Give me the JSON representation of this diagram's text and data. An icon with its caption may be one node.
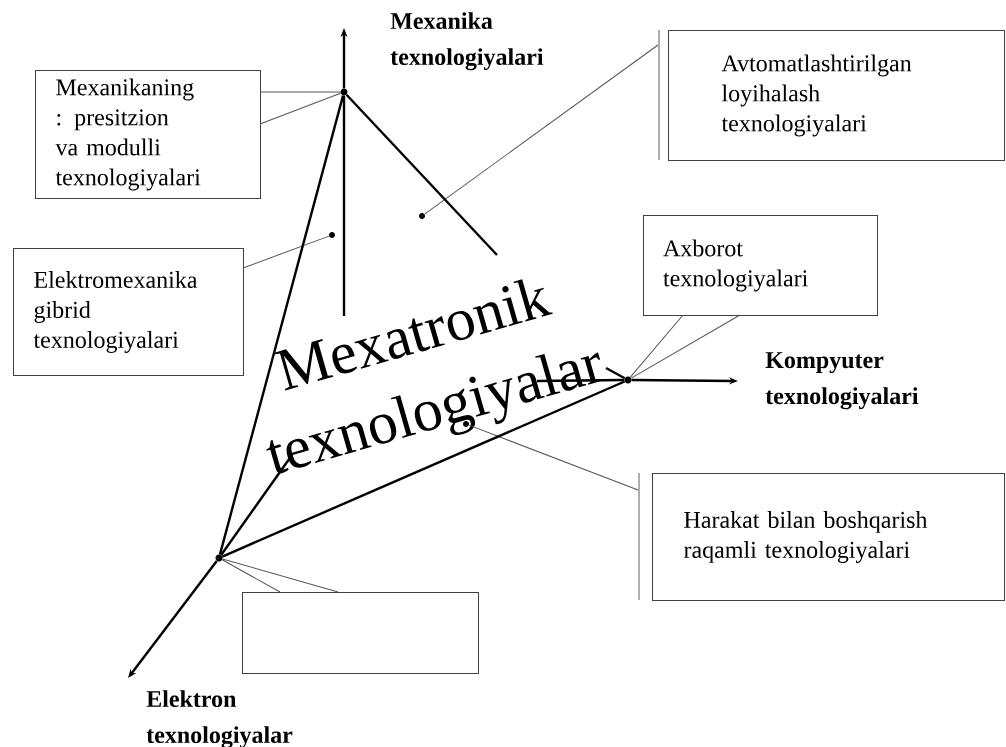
{
  "diagram": {
    "nodes": [
      {
        "text": [
          "Mexanikaning : presitzion va modulli texnologiyalari"
        ]
      },
      {
        "text": [],
        "shape": "circle"
      },
      {
        "text": [
          "Avtomatlashtirilgan loyihalash texnologiyalari"
        ]
      },
      {
        "text": [],
        "shape": "circle"
      },
      {
        "text": [],
        "shape": "circle"
      },
      {
        "text": [
          "Elektromexanika gibrid texnologiyalari"
        ]
      },
      {
        "text": [
          "Axborot texnologiyalari"
        ]
      },
      {
        "text": [],
        "shape": "circle"
      },
      {
        "text": [],
        "shape": "circle"
      },
      {
        "text": [
          "Harakat bilan boshqarish raqamli texnologiyalari"
        ]
      },
      {
        "text": [],
        "shape": "circle"
      },
      {
        "text": [],
        "shape": "box"
      },
      {
        "text": [
          "Mexatronik texnologiyalar"
        ]
      }
    ],
    "edges": [
      {
        "from": 0,
        "to": 1,
        "arrow": "none",
        "color": "#555555"
      },
      {
        "from": 2,
        "to": 3,
        "arrow": "none",
        "color": "#555555"
      },
      {
        "from": 5,
        "to": 4,
        "arrow": "none",
        "color": "#555555"
      },
      {
        "from": 6,
        "to": 7,
        "arrow": "none",
        "color": "#555555"
      },
      {
        "from": 9,
        "to": 8,
        "arrow": "none",
        "color": "#555555"
      },
      {
        "from": 11,
        "to": 10,
        "arrow": "none",
        "color": "#555555"
      },
      {
        "from": 1,
        "to": 10,
        "arrow": "none"
      },
      {
        "from": 10,
        "to": 7,
        "arrow": "none"
      },
      {
        "from": 1,
        "to": 12,
        "arrow": "none"
      },
      {
        "from": 1,
        "to": 12,
        "arrow": "none"
      },
      {
        "from": 10,
        "to": 12,
        "arrow": "none"
      },
      {
        "from": 7,
        "to": 12,
        "arrow": "none"
      },
      {
        "from": 1,
        "to": null,
        "arrow": "to"
      },
      {
        "from": 7,
        "to": null,
        "arrow": "to"
      },
      {
        "from": 10,
        "to": null,
        "arrow": "to"
      },
      {
        "from": 7,
        "to": 12,
        "arrow": "none"
      }
    ],
    "labels": [
      "Mexanika texnologiyalari",
      "Kompyuter texnologiyalari",
      "Elektron texnologiyalar"
    ]
  }
}
